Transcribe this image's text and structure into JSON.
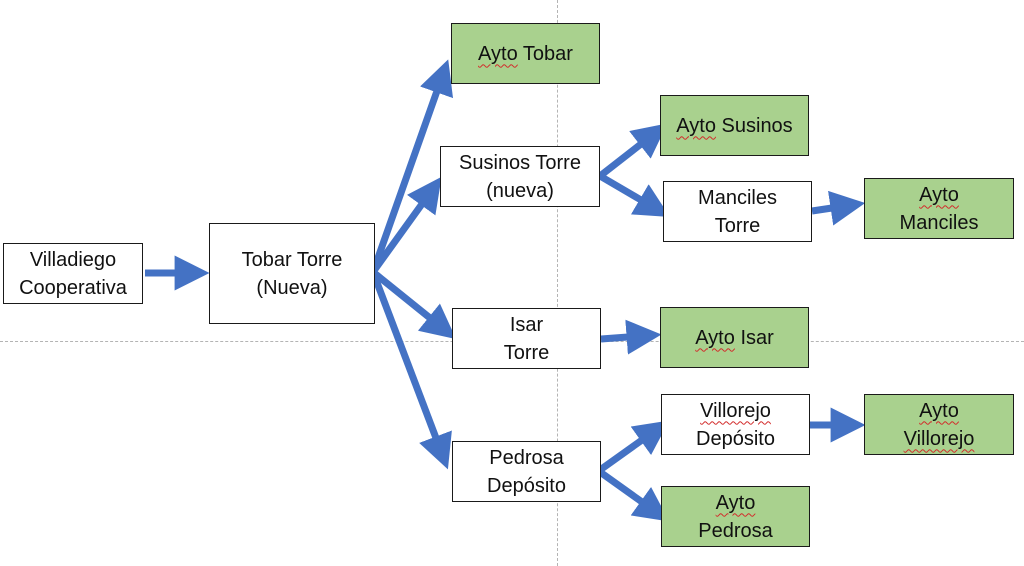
{
  "colors": {
    "arrow": "#4472c4",
    "green_fill": "#a9d18e",
    "border": "#1a1a1a",
    "guide": "#b4b4b4"
  },
  "nodes": {
    "villadiego": {
      "line1": "Villadiego",
      "line2": "Cooperativa"
    },
    "tobar": {
      "line1": "Tobar Torre",
      "line2": "(Nueva)"
    },
    "ayto_tobar": {
      "word1": "Ayto",
      "word2": "Tobar"
    },
    "susinos": {
      "line1": "Susinos Torre",
      "line2": "(nueva)"
    },
    "ayto_susinos": {
      "word1": "Ayto",
      "word2": "Susinos"
    },
    "manciles": {
      "line1": "Manciles",
      "line2": "Torre"
    },
    "ayto_manciles": {
      "line1": "Ayto",
      "line2": "Manciles"
    },
    "isar": {
      "line1": "Isar",
      "line2": "Torre"
    },
    "ayto_isar": {
      "word1": "Ayto",
      "word2": "Isar"
    },
    "pedrosa": {
      "line1": "Pedrosa",
      "line2": "Depósito"
    },
    "villorejo": {
      "line1": "Villorejo",
      "line2": "Depósito"
    },
    "ayto_villorejo": {
      "line1": "Ayto",
      "line2": "Villorejo"
    },
    "ayto_pedrosa": {
      "line1": "Ayto",
      "line2": "Pedrosa"
    }
  }
}
